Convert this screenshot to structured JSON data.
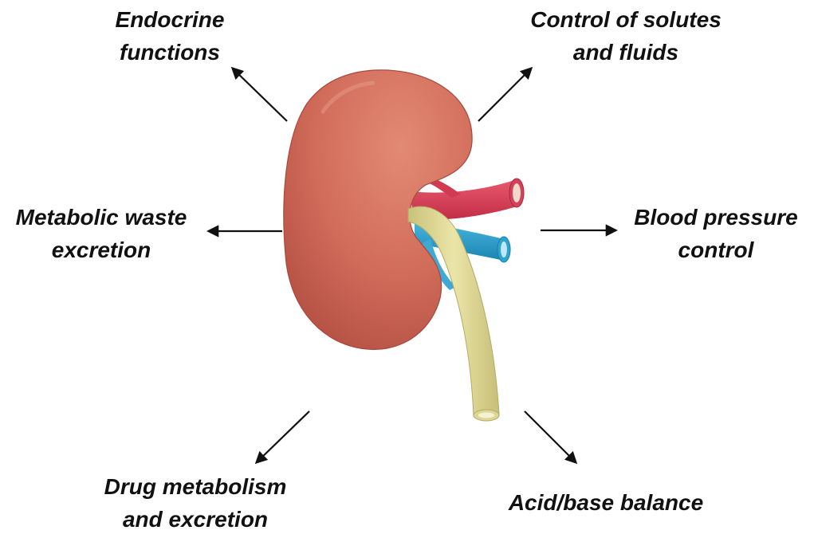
{
  "labels": {
    "endocrine": [
      "Endocrine",
      "functions"
    ],
    "solutes": [
      "Control of solutes",
      "and fluids"
    ],
    "waste": [
      "Metabolic waste",
      "excretion"
    ],
    "blood_pressure": [
      "Blood pressure",
      "control"
    ],
    "drug": [
      "Drug metabolism",
      "and excretion"
    ],
    "acid_base": [
      "Acid/base balance"
    ]
  },
  "colors": {
    "kidney": "#d4705f",
    "kidney_dark": "#a9473c",
    "artery": "#d9405a",
    "vein": "#2ea3cf",
    "ureter": "#e4de9c",
    "arrow": "#111111",
    "text": "#111111"
  }
}
